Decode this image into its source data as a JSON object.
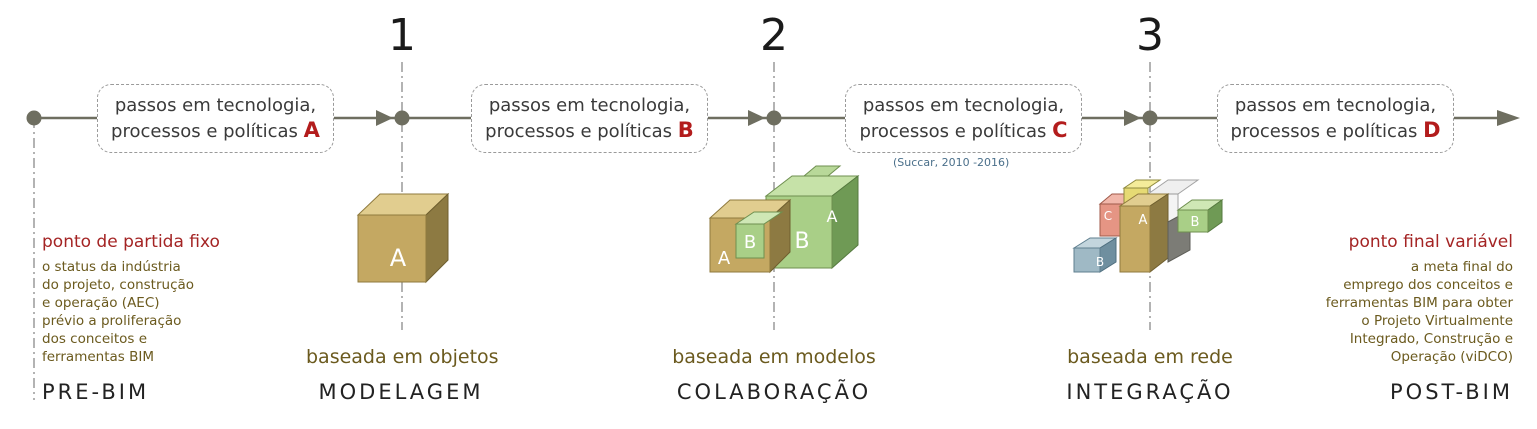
{
  "stages": [
    {
      "number": "1",
      "subtitle": "baseada em objetos",
      "label": "MODELAGEM"
    },
    {
      "number": "2",
      "subtitle": "baseada em modelos",
      "label": "COLABORAÇÃO"
    },
    {
      "number": "3",
      "subtitle": "baseada em rede",
      "label": "INTEGRAÇÃO"
    }
  ],
  "steps": [
    {
      "line1": "passos em tecnologia,",
      "line2": "processos e políticas",
      "letter": "A"
    },
    {
      "line1": "passos em tecnologia,",
      "line2": "processos e políticas",
      "letter": "B"
    },
    {
      "line1": "passos em tecnologia,",
      "line2": "processos e políticas",
      "letter": "C"
    },
    {
      "line1": "passos em tecnologia,",
      "line2": "processos e políticas",
      "letter": "D"
    }
  ],
  "credit": "(Succar, 2010 -2016)",
  "pre_bim": {
    "heading": "ponto de partida fixo",
    "lines": [
      "o status da indústria",
      "do projeto, construção",
      "e operação (AEC)",
      "prévio a proliferação",
      "dos conceitos e",
      "ferramentas BIM"
    ],
    "label": "PRE-BIM"
  },
  "post_bim": {
    "heading": "ponto final variável",
    "lines": [
      "a meta final do",
      "emprego dos conceitos e",
      "ferramentas BIM para obter",
      "o Projeto Virtualmente",
      "Integrado, Construção e",
      "Operação (viDCO)"
    ],
    "label": "POST-BIM"
  },
  "cube_letters": {
    "stage1": [
      "A"
    ],
    "stage2": [
      "A",
      "B",
      "B",
      "A"
    ],
    "stage3": [
      "C",
      "A",
      "B",
      "B"
    ]
  },
  "colors": {
    "line": "#6e6e60",
    "accent_red": "#b31c1c",
    "olive_text": "#6b5a1e",
    "cube_tan": "#c9ae6a",
    "cube_green": "#a8cf86"
  }
}
